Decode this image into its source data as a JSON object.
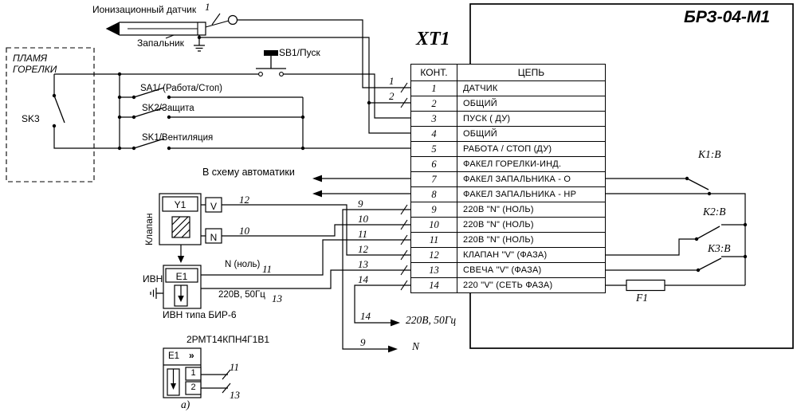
{
  "device": {
    "title": "БРЗ-04-М1",
    "terminal_block": "XT1"
  },
  "table": {
    "col_pin": "КОНТ.",
    "col_circuit": "ЦЕПЬ",
    "rows": [
      {
        "pin": "1",
        "circuit": "ДАТЧИК"
      },
      {
        "pin": "2",
        "circuit": "ОБЩИЙ"
      },
      {
        "pin": "3",
        "circuit": "ПУСК ( ДУ)"
      },
      {
        "pin": "4",
        "circuit": "ОБЩИЙ"
      },
      {
        "pin": "5",
        "circuit": "РАБОТА / СТОП (ДУ)"
      },
      {
        "pin": "6",
        "circuit": "ФАКЕЛ ГОРЕЛКИ-ИНД."
      },
      {
        "pin": "7",
        "circuit": "ФАКЕЛ ЗАПАЛЬНИКА - О"
      },
      {
        "pin": "8",
        "circuit": "ФАКЕЛ ЗАПАЛЬНИКА - НР"
      },
      {
        "pin": "9",
        "circuit": "220В  \"N\" (НОЛЬ)"
      },
      {
        "pin": "10",
        "circuit": "220В  \"N\" (НОЛЬ)"
      },
      {
        "pin": "11",
        "circuit": "220В  \"N\" (НОЛЬ)"
      },
      {
        "pin": "12",
        "circuit": "КЛАПАН  \"V\" (ФАЗА)"
      },
      {
        "pin": "13",
        "circuit": "СВЕЧА  \"V\" (ФАЗА)"
      },
      {
        "pin": "14",
        "circuit": "220 \"V\" (СЕТЬ ФАЗА)"
      }
    ]
  },
  "sensor": {
    "label": "Ионизационный датчик",
    "wire": "1",
    "igniter": "Запальник"
  },
  "flame": {
    "line1": "ПЛАМЯ",
    "line2": "ГОРЕЛКИ",
    "sk3": "SK3"
  },
  "switches": {
    "sb1": "SB1/Пуск",
    "sa1": "SA1/ (Работа/Стоп)",
    "sk2": "SK2/Защита",
    "sk1": "SK1/Вентиляция"
  },
  "automation": {
    "label": "В схему автоматики"
  },
  "valve": {
    "name": "Клапан",
    "ref": "Y1",
    "term_v": "V",
    "term_n": "N",
    "wire_v": "12",
    "wire_n": "10"
  },
  "ivn": {
    "name": "ИВН",
    "ref": "E1",
    "neutral": "N (ноль)",
    "wire_neutral": "11",
    "supply": "220В, 50Гц",
    "wire_phase": "13",
    "type": "ИВН типа БИР-6"
  },
  "variant": {
    "title": "2РМТ14КПН4Г1В1",
    "ref": "Е1",
    "chevron": "»",
    "pin1": "1",
    "pin2": "2",
    "wire1": "11",
    "wire2": "13",
    "caption": "а)"
  },
  "pins": {
    "p1": "1",
    "p2": "2",
    "n9": "9",
    "n10": "10",
    "n11": "11",
    "n12": "12",
    "n13": "13",
    "n14": "14",
    "bottom_phase_num": "14",
    "bottom_neutral_num": "9"
  },
  "power": {
    "phase": "220В, 50Гц",
    "neutral": "N"
  },
  "brz": {
    "k1": "K1:В",
    "k2": "K2:В",
    "k3": "K3:В",
    "f1": "F1"
  },
  "colors": {
    "line": "#000000",
    "background": "#ffffff"
  }
}
